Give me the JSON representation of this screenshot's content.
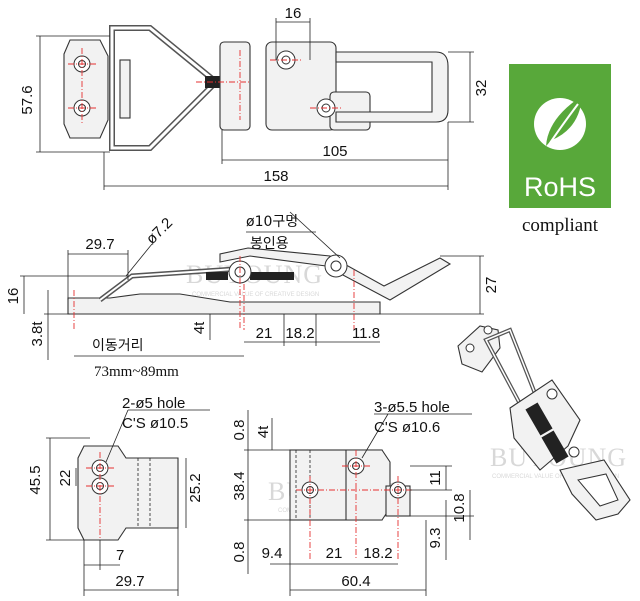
{
  "dimensions": {
    "top_height": "57.6",
    "top_pitch": "16",
    "top_right_height": "32",
    "top_span": "105",
    "top_total": "158",
    "side_width": "29.7",
    "side_pin": "ø7.2",
    "side_height_left": "16",
    "side_height_right": "27",
    "side_thickness": "3.8t",
    "side_plate": "4t",
    "side_a": "21",
    "side_b": "18.2",
    "side_c": "11.8",
    "side_note_line1": "ø10구멍",
    "side_note_line2": "봉인용",
    "travel_label": "이동거리",
    "travel_range": "73mm~89mm",
    "bracket_holes": "2-ø5 hole",
    "bracket_cs": "C'S ø10.5",
    "bracket_height": "45.5",
    "bracket_pitch": "22",
    "bracket_right": "25.2",
    "bracket_offset": "7",
    "bracket_width": "29.7",
    "base_holes": "3-ø5.5 hole",
    "base_cs": "C'S ø10.6",
    "base_top_gap": "0.8",
    "base_plate": "4t",
    "base_height": "38.4",
    "base_bottom_gap": "0.8",
    "base_a": "9.4",
    "base_b": "21",
    "base_c": "18.2",
    "base_width": "60.4",
    "base_r1": "11",
    "base_r2": "9.3",
    "base_r3": "10.8"
  },
  "badge": {
    "title": "RoHS",
    "subtitle": "compliant",
    "color": "#58a83a"
  },
  "watermark": {
    "brand": "BUYOUNG",
    "tagline": "COMMERCIAL VALUE OF CREATIVE DESIGN"
  }
}
